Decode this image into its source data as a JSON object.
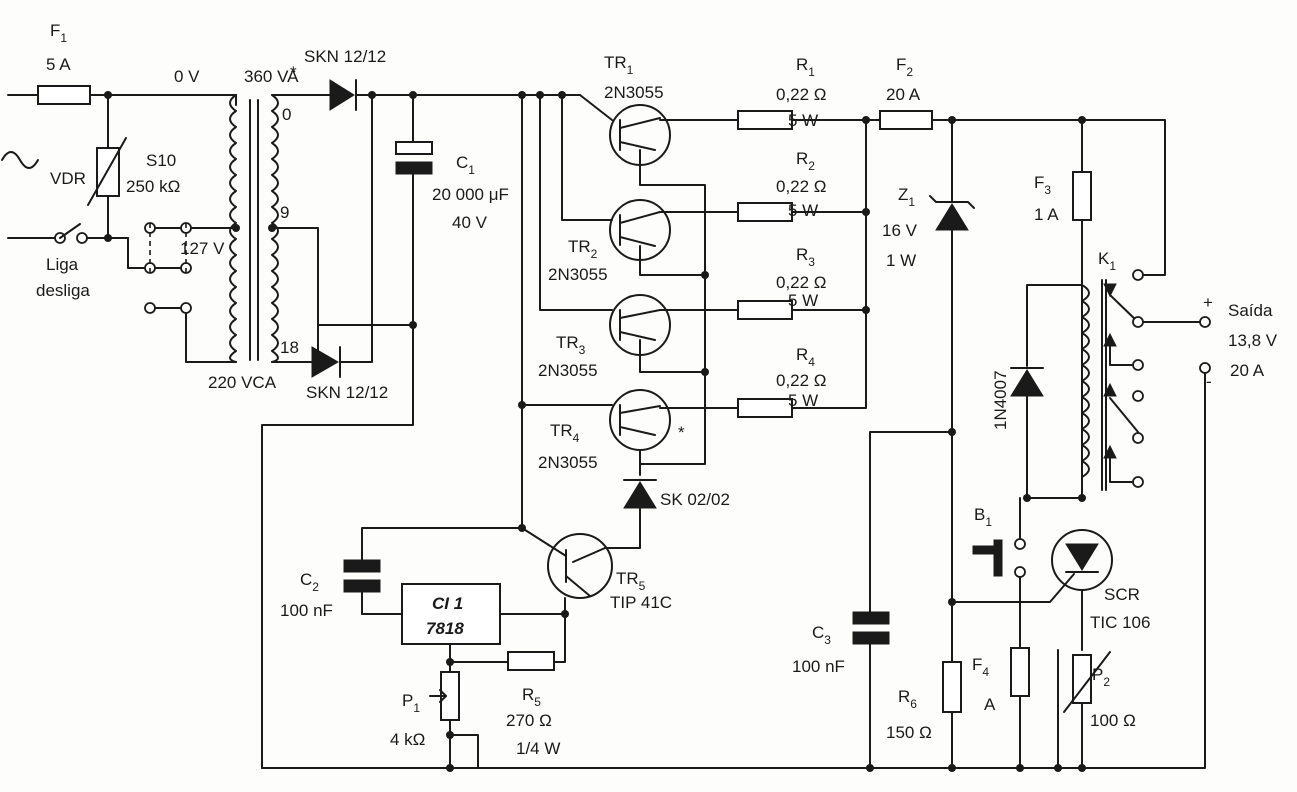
{
  "fuses": {
    "F1": {
      "name": "F",
      "sub": "1",
      "value": "5 A"
    },
    "F2": {
      "name": "F",
      "sub": "2",
      "value": "20 A"
    },
    "F3": {
      "name": "F",
      "sub": "3",
      "value": "1 A"
    },
    "F4": {
      "name": "F",
      "sub": "4",
      "value": "A"
    }
  },
  "transformer": {
    "primary_v0": "0 V",
    "rating": "360 VA",
    "primary_tap": "127 V",
    "primary_full": "220 VCA",
    "tap0": "0",
    "tap9": "9",
    "tap18": "18"
  },
  "vdr": {
    "label": "VDR",
    "name": "S10",
    "value": "250 kΩ"
  },
  "switch": {
    "line1": "Liga",
    "line2": "desliga"
  },
  "diodes": {
    "d_top": "SKN 12/12",
    "d_bottom": "SKN 12/12",
    "d_base": "SK 02/02",
    "d_relay": "1N4007",
    "asterisk": "*"
  },
  "C1": {
    "name": "C",
    "sub": "1",
    "value": "20 000 μF",
    "voltage": "40 V"
  },
  "C2": {
    "name": "C",
    "sub": "2",
    "value": "100 nF"
  },
  "C3": {
    "name": "C",
    "sub": "3",
    "value": "100 nF"
  },
  "transistors": {
    "TR1": {
      "name": "TR",
      "sub": "1",
      "part": "2N3055"
    },
    "TR2": {
      "name": "TR",
      "sub": "2",
      "part": "2N3055"
    },
    "TR3": {
      "name": "TR",
      "sub": "3",
      "part": "2N3055"
    },
    "TR4": {
      "name": "TR",
      "sub": "4",
      "part": "2N3055"
    },
    "TR5": {
      "name": "TR",
      "sub": "5",
      "part": "TIP 41C"
    }
  },
  "resistors": {
    "R1": {
      "name": "R",
      "sub": "1",
      "value": "0,22 Ω",
      "power": "5 W"
    },
    "R2": {
      "name": "R",
      "sub": "2",
      "value": "0,22 Ω",
      "power": "5 W"
    },
    "R3": {
      "name": "R",
      "sub": "3",
      "value": "0,22 Ω",
      "power": "5 W"
    },
    "R4": {
      "name": "R",
      "sub": "4",
      "value": "0,22 Ω",
      "power": "5 W"
    },
    "R5": {
      "name": "R",
      "sub": "5",
      "value": "270 Ω",
      "power": "1/4 W"
    },
    "R6": {
      "name": "R",
      "sub": "6",
      "value": "150 Ω"
    }
  },
  "zener": {
    "name": "Z",
    "sub": "1",
    "voltage": "16 V",
    "power": "1 W"
  },
  "ic": {
    "line1": "CI 1",
    "line2": "7818"
  },
  "pots": {
    "P1": {
      "name": "P",
      "sub": "1",
      "value": "4 kΩ"
    },
    "P2": {
      "name": "P",
      "sub": "2",
      "value": "100 Ω"
    }
  },
  "relay": {
    "name": "K",
    "sub": "1"
  },
  "button": {
    "name": "B",
    "sub": "1"
  },
  "scr": {
    "label": "SCR",
    "part": "TIC 106"
  },
  "output": {
    "label": "Saída",
    "voltage": "13,8 V",
    "current": "20 A",
    "plus": "+",
    "minus": "-"
  }
}
